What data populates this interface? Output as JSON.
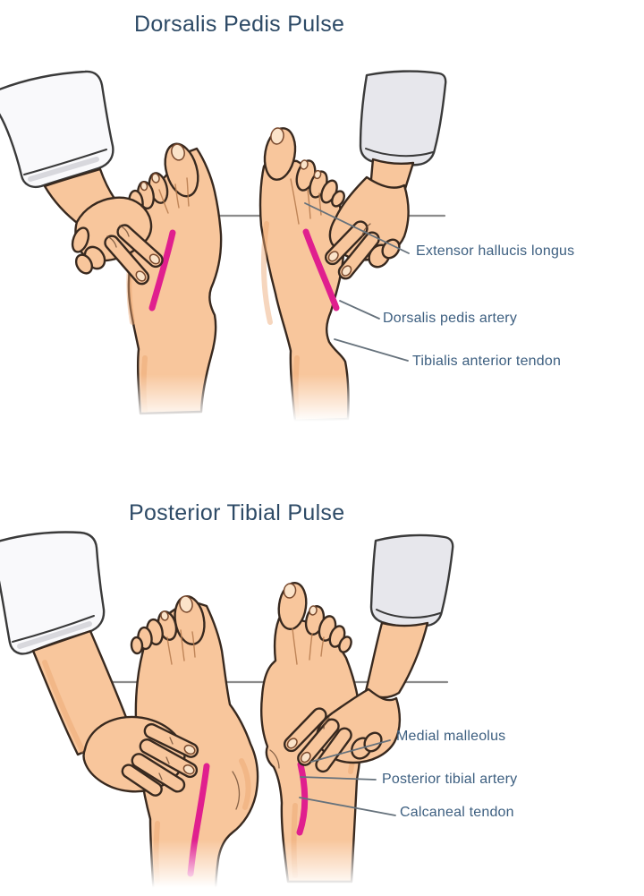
{
  "panels": [
    {
      "title": "Dorsalis Pedis Pulse",
      "labels": [
        "Extensor hallucis longus",
        "Dorsalis pedis artery",
        "Tibialis anterior tendon"
      ]
    },
    {
      "title": "Posterior Tibial Pulse",
      "labels": [
        "Medial malleolus",
        "Posterior tibial artery",
        "Calcaneal tendon"
      ]
    }
  ],
  "colors": {
    "background": "#ffffff",
    "title_text": "#2d4a66",
    "label_text": "#3d5f80",
    "leader_line": "#66727c",
    "table_line": "#8c8c8c",
    "artery_highlight": "#e01f8e",
    "skin": "#f8c69c",
    "skin_shade": "#eca36f",
    "outline": "#38291f",
    "sleeve_white": "#f9f9fb",
    "sleeve_gray": "#e7e7ec"
  }
}
